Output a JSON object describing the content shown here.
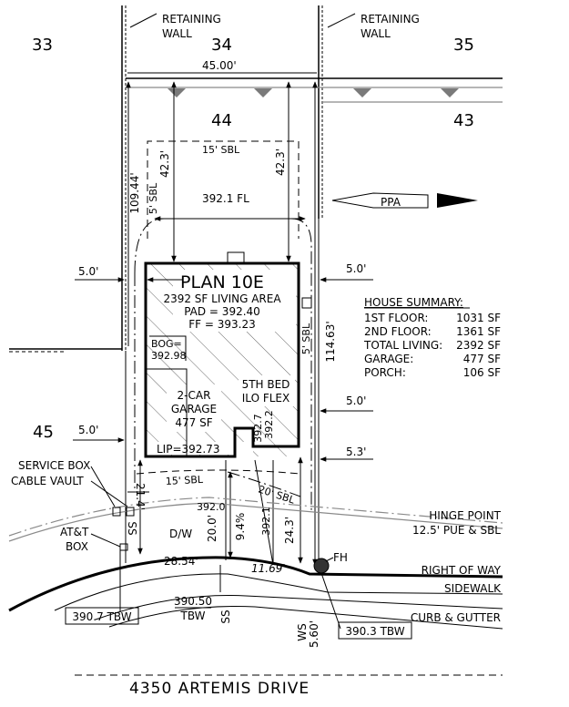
{
  "lots": {
    "lot_33": "33",
    "lot_34": "34",
    "lot_35": "35",
    "lot_44": "44",
    "lot_43": "43",
    "lot_45": "45"
  },
  "walls": {
    "retaining_left": [
      "RETAINING",
      "WALL"
    ],
    "retaining_right": [
      "RETAINING",
      "WALL"
    ]
  },
  "dimensions": {
    "rear_width": "45.00'",
    "rear_setback_left": "42.3'",
    "rear_setback_right": "42.3'",
    "sbl_rear": "15' SBL",
    "sbl_left": "5' SBL",
    "sbl_right": "5' SBL",
    "left_depth": "109.44'",
    "right_depth": "114.63'",
    "fl_line": "392.1 FL",
    "side_left_1": "5.0'",
    "side_right_1": "5.0'",
    "side_right_2": "5.0'",
    "side_left_2": "5.0'",
    "side_right_3": "5.3'",
    "sbl_front": "15' SBL",
    "sbl_front_angled": "20' SBL",
    "elev_392_0": "392.0",
    "elev_392_1": "392.1",
    "driveway_slope": "9.4%",
    "driveway_len": "20.0'",
    "right_front": "24.3'",
    "left_front": "21.4'",
    "arc_len_1": "28.54'",
    "arc_len_2": "11.69'",
    "ws_offset": "5.60'",
    "elev_392_7": "392.7",
    "elev_392_2": "392.2"
  },
  "house": {
    "plan": "PLAN 10E",
    "living_area": "2392 SF LIVING AREA",
    "pad": "PAD = 392.40",
    "ff": "FF = 393.23",
    "bog_label": "BOG=",
    "bog_value": "392.98",
    "garage_1": "2-CAR",
    "garage_2": "GARAGE",
    "garage_3": "477 SF",
    "flex_1": "5TH BED",
    "flex_2": "ILO FLEX",
    "lip": "LIP=392.73"
  },
  "summary": {
    "title": "HOUSE SUMMARY:",
    "rows": [
      {
        "label": "1ST FLOOR:",
        "value": "1031 SF"
      },
      {
        "label": "2ND FLOOR:",
        "value": "1361 SF"
      },
      {
        "label": "TOTAL LIVING:",
        "value": "2392 SF"
      },
      {
        "label": "GARAGE:",
        "value": "477 SF"
      },
      {
        "label": "PORCH:",
        "value": "106 SF"
      }
    ]
  },
  "utilities": {
    "service_box": "SERVICE BOX",
    "cable_vault": "CABLE VAULT",
    "att_1": "AT&T",
    "att_2": "BOX",
    "ss_top": "SS",
    "ss_bottom": "SS",
    "dw": "D/W",
    "fh": "FH",
    "ws": "WS",
    "tbw_left": "390.7 TBW",
    "tbw_mid_1": "390.50",
    "tbw_mid_2": "TBW",
    "tbw_right": "390.3 TBW"
  },
  "street_lines": {
    "hinge_point": "HINGE POINT",
    "pue": "12.5' PUE & SBL",
    "row": "RIGHT OF WAY",
    "sidewalk": "SIDEWALK",
    "curb": "CURB & GUTTER",
    "street_name": "4350 ARTEMIS DRIVE"
  },
  "north_arrow": "PPA"
}
